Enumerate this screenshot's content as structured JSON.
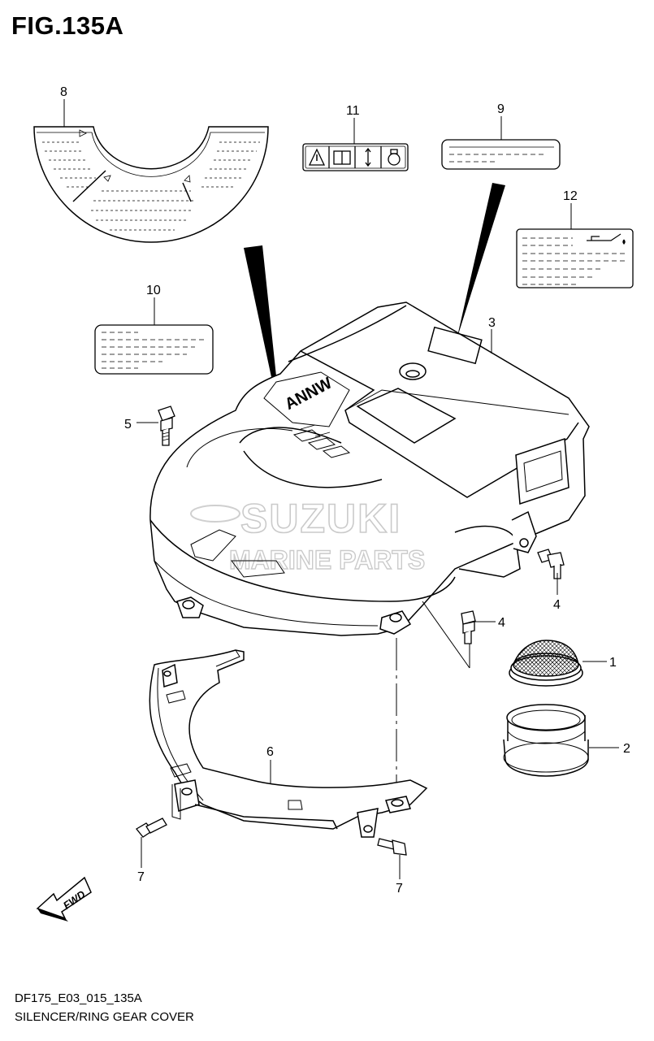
{
  "figure": {
    "title": "FIG.135A"
  },
  "footer": {
    "model_code": "DF175_E03_015_135A",
    "description": "SILENCER/RING GEAR COVER"
  },
  "callouts": [
    {
      "label": "1"
    },
    {
      "label": "2"
    },
    {
      "label": "3"
    },
    {
      "label": "4"
    },
    {
      "label": "4"
    },
    {
      "label": "5"
    },
    {
      "label": "6"
    },
    {
      "label": "7"
    },
    {
      "label": "7"
    },
    {
      "label": "8"
    },
    {
      "label": "9"
    },
    {
      "label": "10"
    },
    {
      "label": "11"
    },
    {
      "label": "12"
    }
  ],
  "markings": {
    "fwd": "FWD",
    "cover_stamp": "ANNW"
  },
  "watermark": {
    "brand": "SUZUKI",
    "sub": "MARINE PARTS"
  }
}
